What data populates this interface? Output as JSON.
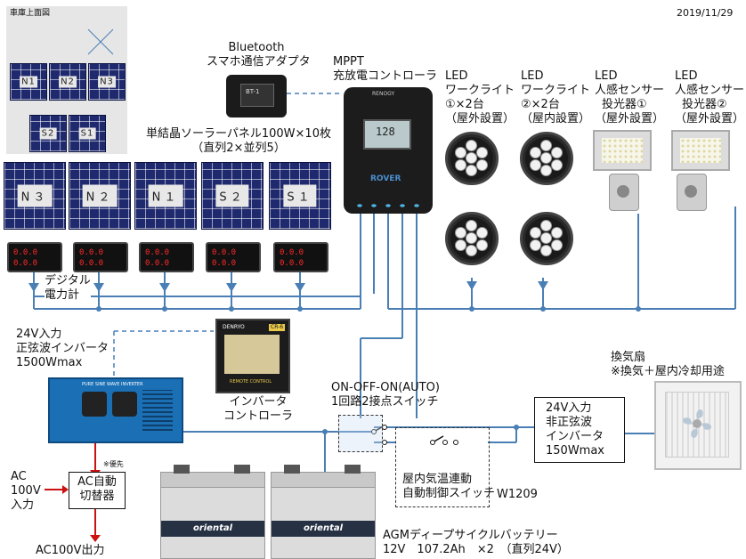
{
  "date": "2019/11/29",
  "roof": {
    "title": "車庫上面図",
    "row1": [
      "N1",
      "N2",
      "N3"
    ],
    "row2": [
      "S2",
      "S1"
    ]
  },
  "solar": {
    "title": "単結晶ソーラーパネル100W×10枚",
    "subtitle": "（直列2×並列5）",
    "panels": [
      "N３",
      "N２",
      "N１",
      "S２",
      "S１"
    ]
  },
  "meters": {
    "label_line1": "デジタル",
    "label_line2": "電力計",
    "reading_top": "0.0.0",
    "reading_bottom": "0.0.0"
  },
  "bluetooth": {
    "line1": "Bluetooth",
    "line2": "スマホ通信アダプタ",
    "device_label": "BT-1"
  },
  "mppt": {
    "line1": "MPPT",
    "line2": "充放電コントローラ",
    "brand": "RENOGY",
    "model": "ROVER",
    "screen": "128"
  },
  "lights": [
    {
      "line1": "LED",
      "line2": "ワークライト",
      "line3": "①×2台",
      "line4": "（屋外設置）"
    },
    {
      "line1": "LED",
      "line2": "ワークライト",
      "line3": "②×2台",
      "line4": "（屋内設置）"
    },
    {
      "line1": "LED",
      "line2": "人感センサー",
      "line3": "投光器①",
      "line4": "（屋外設置）"
    },
    {
      "line1": "LED",
      "line2": "人感センサー",
      "line3": "投光器②",
      "line4": "（屋外設置）"
    }
  ],
  "inverter": {
    "line1": "24V入力",
    "line2": "正弦波インバータ",
    "line3": "1500Wmax",
    "panel_text": "PURE SINE WAVE INVERTER"
  },
  "remote": {
    "brand": "DENRYO",
    "model": "CR-6",
    "panel_text": "REMOTE CONTROL",
    "label_line1": "インバータ",
    "label_line2": "コントローラ"
  },
  "switch": {
    "line1": "ON-OFF-ON(AUTO)",
    "line2": "1回路2接点スイッチ"
  },
  "auto_switch": {
    "line1": "屋内気温連動",
    "line2": "自動制御スイッチ",
    "model": "W1209"
  },
  "small_inverter": {
    "line1": "24V入力",
    "line2": "非正弦波",
    "line3": "インバータ",
    "line4": "150Wmax"
  },
  "fan": {
    "line1": "換気扇",
    "line2": "※換気＋屋内冷却用途"
  },
  "ac": {
    "in_line1": "AC",
    "in_line2": "100V",
    "in_line3": "入力",
    "box_line1": "AC自動",
    "box_line2": "切替器",
    "priority": "※優先",
    "out": "AC100V出力"
  },
  "battery": {
    "brand": "oriental",
    "line1": "AGMディープサイクルバッテリー",
    "line2": "12V　107.2Ah　×2　（直列24V）"
  },
  "colors": {
    "wire": "#4a7fb5",
    "ac_wire": "#cc1111",
    "panel": "#1f2a6e"
  }
}
